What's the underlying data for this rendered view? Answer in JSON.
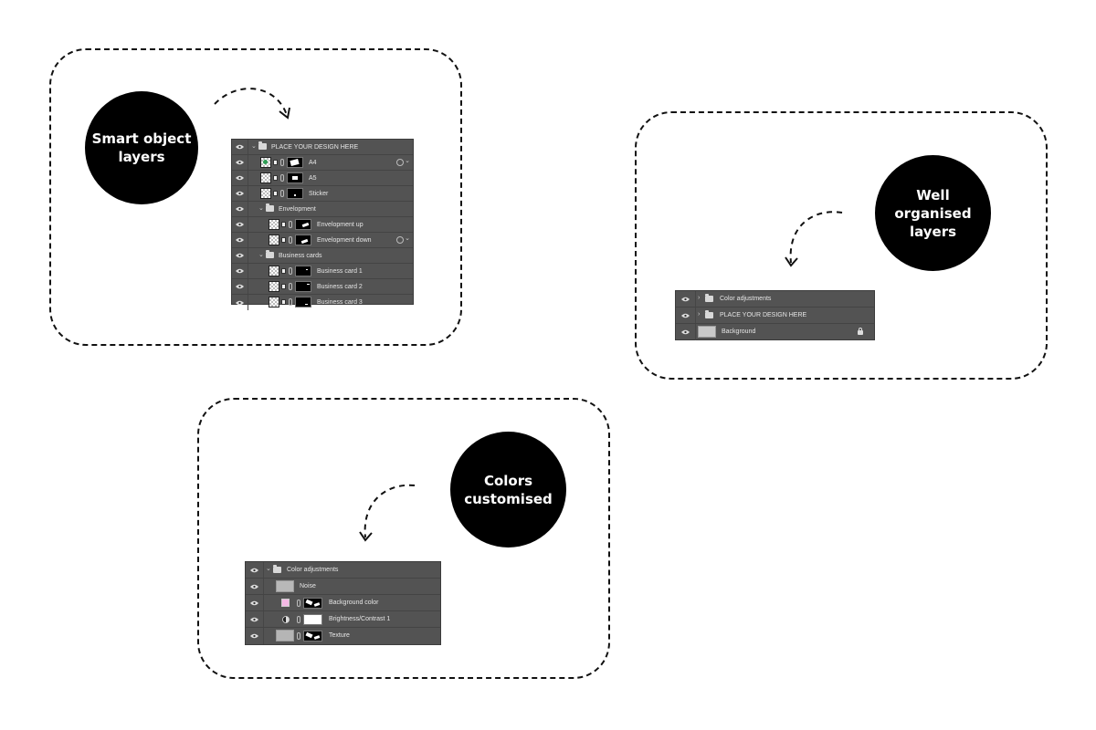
{
  "cards": {
    "smart": {
      "title": "Smart object\nlayers"
    },
    "organised": {
      "title": "Well\norganised\nlayers"
    },
    "colors": {
      "title": "Colors\ncustomised"
    }
  },
  "panel1": {
    "rows": [
      {
        "label": "PLACE YOUR DESIGN HERE"
      },
      {
        "label": "A4"
      },
      {
        "label": "A5"
      },
      {
        "label": "Sticker"
      },
      {
        "label": "Envelopment"
      },
      {
        "label": "Envelopment up"
      },
      {
        "label": "Envelopment down"
      },
      {
        "label": "Business cards"
      },
      {
        "label": "Business card 1"
      },
      {
        "label": "Business card 2"
      },
      {
        "label": "Business card 3"
      }
    ]
  },
  "panel2": {
    "rows": [
      {
        "label": "Color adjustments"
      },
      {
        "label": "PLACE YOUR DESIGN HERE"
      },
      {
        "label": "Background"
      }
    ]
  },
  "panel3": {
    "rows": [
      {
        "label": "Color adjustments"
      },
      {
        "label": "Noise"
      },
      {
        "label": "Background color"
      },
      {
        "label": "Brightness/Contrast 1"
      },
      {
        "label": "Texture"
      }
    ]
  },
  "icons": [
    "eye-icon",
    "folder-icon",
    "chevron-down-icon",
    "chevron-right-icon",
    "link-icon",
    "smart-object-icon",
    "lock-icon",
    "adjustment-icon",
    "arrow-icon"
  ],
  "colors": {
    "panel": "#535353",
    "swatch_background_color": "#f4b8e4"
  }
}
